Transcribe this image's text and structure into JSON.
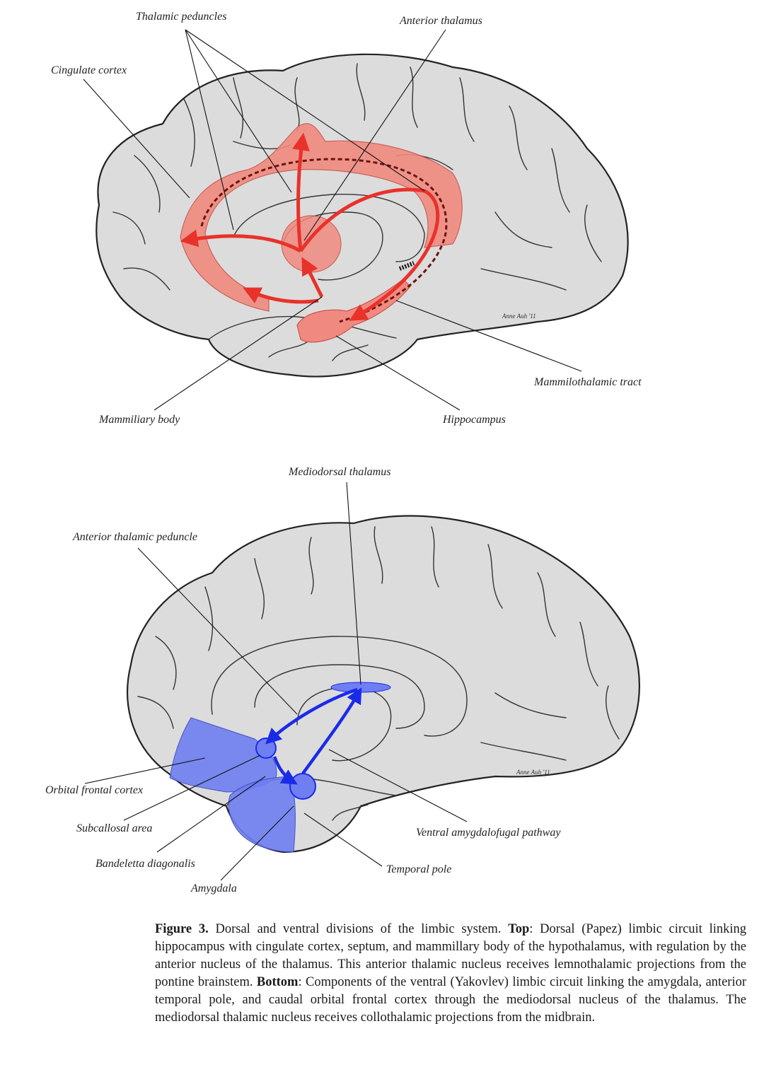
{
  "top_panel": {
    "labels": {
      "thalamic_peduncles": "Thalamic peduncles",
      "anterior_thalamus": "Anterior thalamus",
      "cingulate_cortex": "Cingulate cortex",
      "mammillary_body": "Mammiliary body",
      "hippocampus": "Hippocampus",
      "mammilothalamic_tract": "Mammilothalamic tract"
    },
    "signature": "Anne Auh '11",
    "highlight_color": "#f08a80",
    "arrow_color": "#e8322a"
  },
  "bottom_panel": {
    "labels": {
      "mediodorsal_thalamus": "Mediodorsal thalamus",
      "anterior_thalamic_peduncle": "Anterior thalamic peduncle",
      "orbital_frontal_cortex": "Orbital frontal cortex",
      "subcallosal_area": "Subcallosal area",
      "bandeletta_diagonalis": "Bandeletta diagonalis",
      "amygdala": "Amygdala",
      "temporal_pole": "Temporal pole",
      "ventral_amygdalofugal_pathway": "Ventral amygdalofugal pathway"
    },
    "signature": "Anne Auh '11",
    "highlight_color": "#6f7ff2",
    "arrow_color": "#1a2be8"
  },
  "caption": {
    "figure_label": "Figure 3.",
    "intro": " Dorsal and ventral divisions of the limbic system. ",
    "top_label": "Top",
    "top_text": ": Dorsal (Papez) limbic circuit linking hippocampus with cingulate cortex, septum, and mammillary body of the hypothalamus, with regulation by the anterior nucleus of the thalamus. This anterior thalamic nucleus receives lemnothalamic projections from the pontine brainstem. ",
    "bottom_label": "Bottom",
    "bottom_text": ": Components of the ventral (Yakovlev) limbic circuit linking the amygdala, anterior temporal pole, and caudal orbital frontal cortex through the mediodorsal nucleus of the thalamus. The mediodorsal thalamic nucleus receives collothalamic projections from the midbrain."
  }
}
